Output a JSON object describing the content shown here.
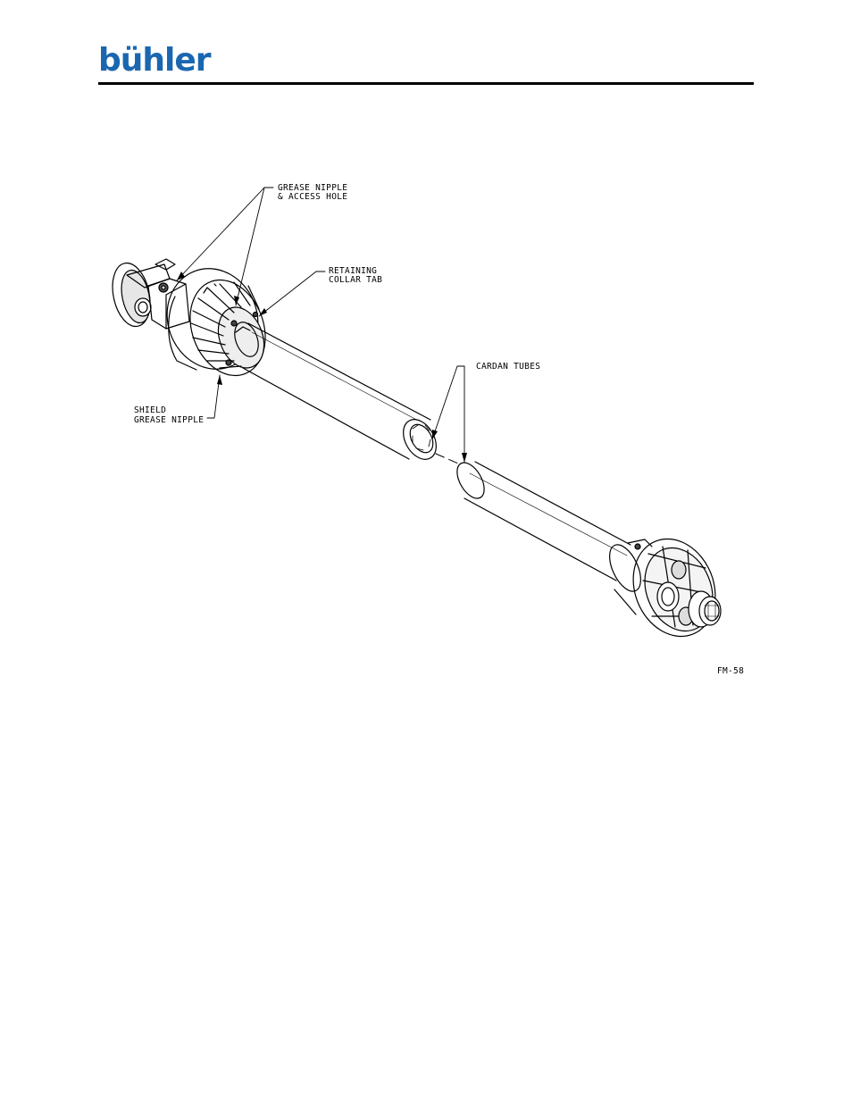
{
  "header": {
    "logo_text": "bühler"
  },
  "figure": {
    "labels": {
      "grease_nipple_line1": "GREASE NIPPLE",
      "grease_nipple_line2": "& ACCESS HOLE",
      "retaining_line1": "RETAINING",
      "retaining_line2": "COLLAR TAB",
      "cardan_tubes": "CARDAN TUBES",
      "shield_line1": "SHIELD",
      "shield_line2": "GREASE NIPPLE"
    },
    "figure_id": "FM-58"
  }
}
